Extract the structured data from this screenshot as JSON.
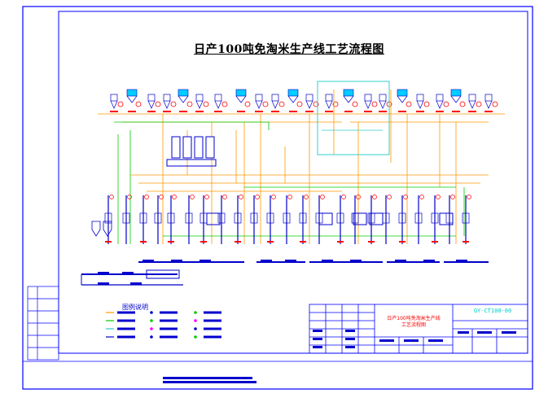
{
  "drawing": {
    "title": "日产100吨免淘米生产线工艺流程图"
  },
  "legend": {
    "title": "图例说明"
  },
  "title_block": {
    "drawing_name_line1": "日产100吨免淘米生产线",
    "drawing_name_line2": "工艺流程图",
    "drawing_code": "GY-CT100-00"
  },
  "colors": {
    "frame": "#0000ff",
    "equipment": "#0000cc",
    "conveying_line": "#ff9900",
    "air_line": "#00cc00",
    "dust_line": "#33cccc",
    "fan_or_motor": "#ff0000",
    "background": "#ffffff"
  }
}
